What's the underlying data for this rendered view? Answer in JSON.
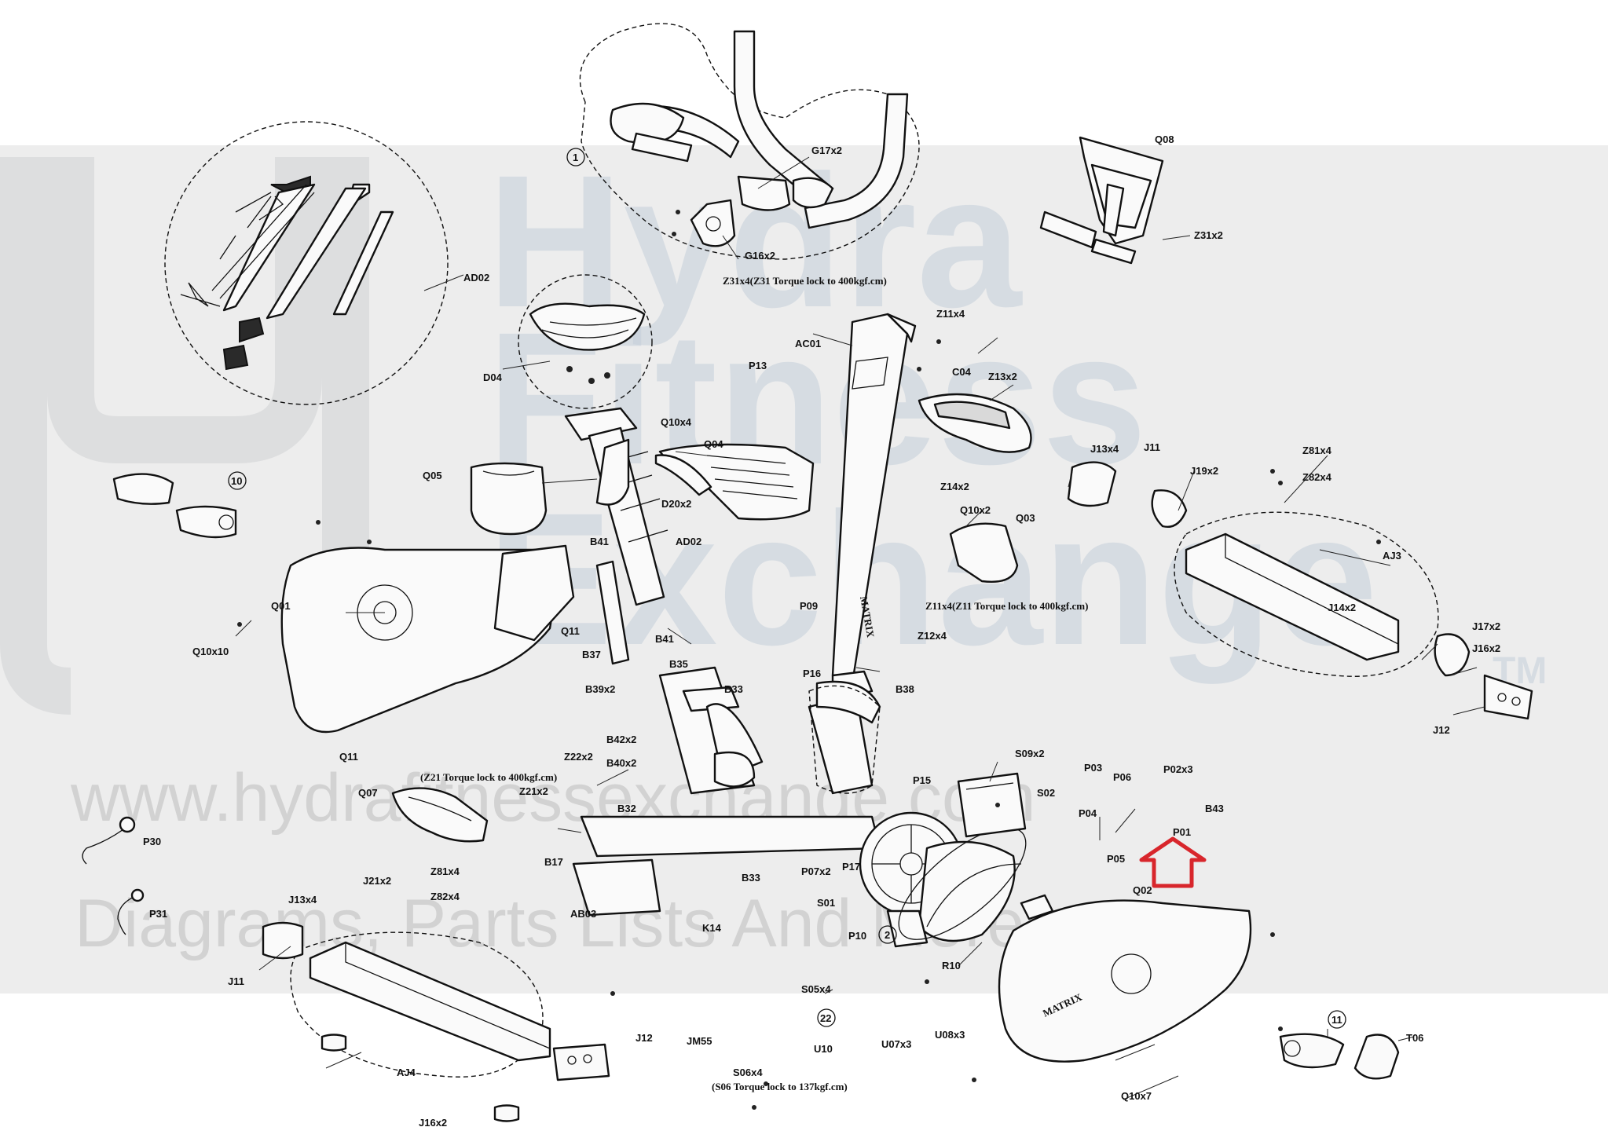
{
  "labels": {
    "AD02_top": "AD02",
    "AD02_mid": "AD02",
    "G17x2": "G17x2",
    "G16x2": "G16x2",
    "Z31_note": "Z31x4(Z31 Torque lock to 400kgf.cm)",
    "Q08": "Q08",
    "Z31x2": "Z31x2",
    "D04": "D04",
    "P13": "P13",
    "AC01": "AC01",
    "Z11x4_top": "Z11x4",
    "C04": "C04",
    "Z13x2": "Z13x2",
    "Q10x4_top": "Q10x4",
    "Q04": "Q04",
    "Q05": "Q05",
    "D20x2": "D20x2",
    "Q10x2": "Q10x2",
    "Q03": "Q03",
    "Z14x2": "Z14x2",
    "J13x4_right": "J13x4",
    "J11_right": "J11",
    "J19x2": "J19x2",
    "Z81x4_right": "Z81x4",
    "Z82x4_right": "Z82x4",
    "AJ3": "AJ3",
    "J14x2": "J14x2",
    "J17x2": "J17x2",
    "J16x2": "J16x2",
    "J12_right": "J12",
    "Q01": "Q01",
    "Q10x10": "Q10x10",
    "Q11_mid": "Q11",
    "Q11_low": "Q11",
    "B41_top": "B41",
    "B41_mid": "B41",
    "B37": "B37",
    "B35": "B35",
    "B39x2": "B39x2",
    "B33_top": "B33",
    "P16": "P16",
    "B38": "B38",
    "P09": "P09",
    "Z11_note": "Z11x4(Z11 Torque lock to 400kgf.cm)",
    "Z12x4": "Z12x4",
    "B42x2": "B42x2",
    "B40x2": "B40x2",
    "S09x2": "S09x2",
    "Z22x2": "Z22x2",
    "Z21_note": "(Z21 Torque lock to 400kgf.cm)",
    "Z21x2": "Z21x2",
    "Q07": "Q07",
    "B32": "B32",
    "P15": "P15",
    "S02": "S02",
    "P03": "P03",
    "P06": "P06",
    "P02x3": "P02x3",
    "B43": "B43",
    "P04": "P04",
    "P01": "P01",
    "P05": "P05",
    "P30": "P30",
    "B17": "B17",
    "P07x2": "P07x2",
    "P17": "P17",
    "B33_low": "B33",
    "P31": "P31",
    "J13x4_left": "J13x4",
    "J21x2": "J21x2",
    "Z81x4_left": "Z81x4",
    "Z82x4_left": "Z82x4",
    "AB03": "AB03",
    "K14": "K14",
    "S01": "S01",
    "P10": "P10",
    "Q02": "Q02",
    "J11_left": "J11",
    "R10": "R10",
    "S05x4": "S05x4",
    "JM55": "JM55",
    "U10": "U10",
    "U07x3": "U07x3",
    "U08x3": "U08x3",
    "J12_left": "J12",
    "AJ4": "AJ4",
    "S06x4": "S06x4",
    "S06_note": "(S06 Torque lock to 137kgf.cm)",
    "T06": "T06",
    "Q10x7": "Q10x7",
    "callout_1": "1",
    "callout_2": "2",
    "callout_10": "10",
    "callout_11": "11",
    "callout_22": "22",
    "brand": "MATRIX",
    "column_brand": "MATRIX"
  },
  "watermark": {
    "line1": "Hydra",
    "line2": "Fitness",
    "line3": "Exchange",
    "tm": "TM",
    "url": "www.hydrafitnessexchange.com",
    "tagline": "Diagrams, Parts Lists And More"
  },
  "colors": {
    "line": "#111111",
    "highlight_arrow": "#d8262c",
    "watermark": "#c4cfda",
    "band": "#cfcfcf"
  }
}
